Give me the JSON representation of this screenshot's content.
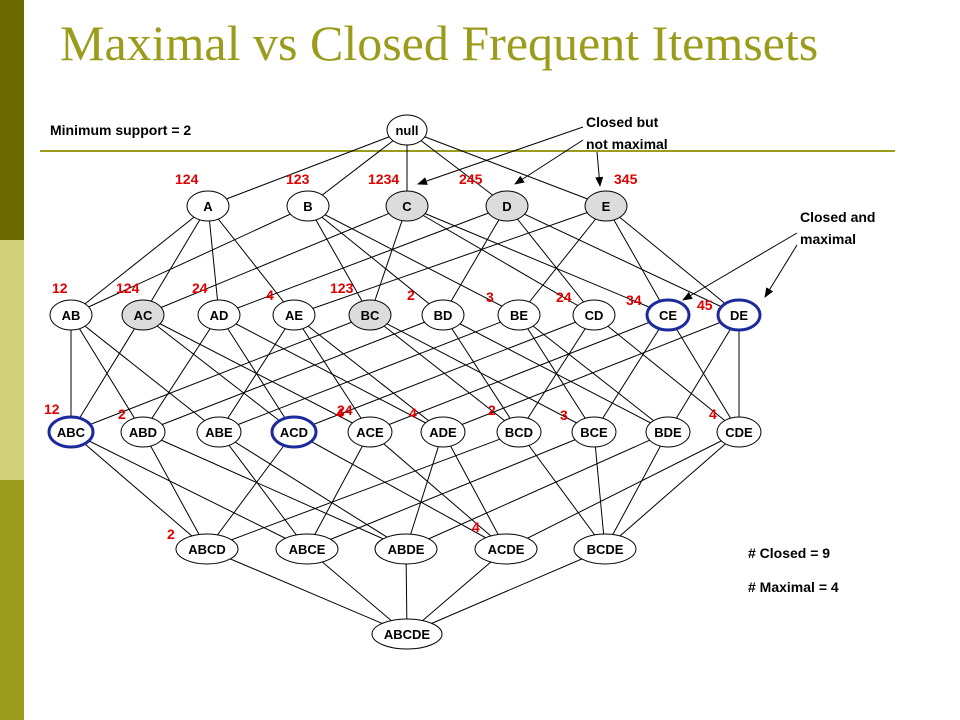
{
  "slide": {
    "title": "Maximal vs Closed Frequent Itemsets",
    "min_support_label": "Minimum support = 2",
    "closed_not_maximal": [
      "Closed but",
      "not maximal"
    ],
    "closed_and_maximal": [
      "Closed and",
      "maximal"
    ],
    "closed_count": "# Closed = 9",
    "maximal_count": "# Maximal = 4",
    "colors": {
      "sidebar_dark": "#6b6b00",
      "sidebar_light": "#d2d27a",
      "sidebar_mid": "#9c9c1c",
      "title": "#9c9c1c",
      "tid_red": "#e00000",
      "maximal_outline": "#1c2a9c",
      "closed_fill": "#dcdcdc"
    }
  },
  "lattice": {
    "nodes": [
      {
        "id": "null",
        "label": "null",
        "tids": "",
        "style": "normal"
      },
      {
        "id": "A",
        "label": "A",
        "tids": "124",
        "style": "normal"
      },
      {
        "id": "B",
        "label": "B",
        "tids": "123",
        "style": "normal"
      },
      {
        "id": "C",
        "label": "C",
        "tids": "1234",
        "style": "shaded"
      },
      {
        "id": "D",
        "label": "D",
        "tids": "245",
        "style": "shaded"
      },
      {
        "id": "E",
        "label": "E",
        "tids": "345",
        "style": "shaded"
      },
      {
        "id": "AB",
        "label": "AB",
        "tids": "12",
        "style": "normal"
      },
      {
        "id": "AC",
        "label": "AC",
        "tids": "124",
        "style": "shaded"
      },
      {
        "id": "AD",
        "label": "AD",
        "tids": "24",
        "style": "normal"
      },
      {
        "id": "AE",
        "label": "AE",
        "tids": "4",
        "style": "normal"
      },
      {
        "id": "BC",
        "label": "BC",
        "tids": "123",
        "style": "shaded"
      },
      {
        "id": "BD",
        "label": "BD",
        "tids": "2",
        "style": "normal"
      },
      {
        "id": "BE",
        "label": "BE",
        "tids": "3",
        "style": "normal"
      },
      {
        "id": "CD",
        "label": "CD",
        "tids": "24",
        "style": "normal"
      },
      {
        "id": "CE",
        "label": "CE",
        "tids": "34",
        "style": "maximal"
      },
      {
        "id": "DE",
        "label": "DE",
        "tids": "45",
        "style": "maximal"
      },
      {
        "id": "ABC",
        "label": "ABC",
        "tids": "12",
        "style": "maximal"
      },
      {
        "id": "ABD",
        "label": "ABD",
        "tids": "2",
        "style": "normal"
      },
      {
        "id": "ABE",
        "label": "ABE",
        "tids": "",
        "style": "normal"
      },
      {
        "id": "ACD",
        "label": "ACD",
        "tids": "24",
        "style": "maximal"
      },
      {
        "id": "ACE",
        "label": "ACE",
        "tids": "4",
        "style": "normal"
      },
      {
        "id": "ADE",
        "label": "ADE",
        "tids": "4",
        "style": "normal"
      },
      {
        "id": "BCD",
        "label": "BCD",
        "tids": "2",
        "style": "normal"
      },
      {
        "id": "BCE",
        "label": "BCE",
        "tids": "3",
        "style": "normal"
      },
      {
        "id": "BDE",
        "label": "BDE",
        "tids": "",
        "style": "normal"
      },
      {
        "id": "CDE",
        "label": "CDE",
        "tids": "4",
        "style": "normal"
      },
      {
        "id": "ABCD",
        "label": "ABCD",
        "tids": "2",
        "style": "normal"
      },
      {
        "id": "ABCE",
        "label": "ABCE",
        "tids": "",
        "style": "normal"
      },
      {
        "id": "ABDE",
        "label": "ABDE",
        "tids": "",
        "style": "normal"
      },
      {
        "id": "ACDE",
        "label": "ACDE",
        "tids": "4",
        "style": "normal"
      },
      {
        "id": "BCDE",
        "label": "BCDE",
        "tids": "",
        "style": "normal"
      },
      {
        "id": "ABCDE",
        "label": "ABCDE",
        "tids": "",
        "style": "normal"
      }
    ]
  }
}
